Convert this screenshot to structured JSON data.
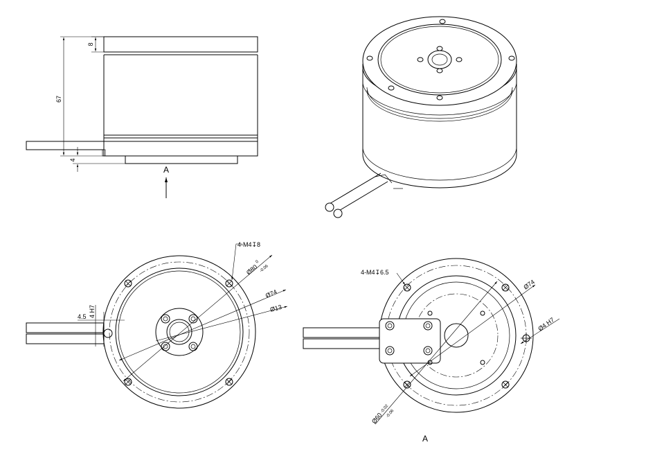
{
  "side_view": {
    "dim_height": "67",
    "dim_top_ring": "8",
    "dim_base": "4",
    "view_arrow_label": "A"
  },
  "top_view": {
    "thread_note": "4-M4↧8",
    "dia_80_base": "Ø80",
    "dia_80_upper": "0",
    "dia_80_lower": "-0.06",
    "dia_74": "Ø74",
    "dia_13": "Ø13",
    "dim_4h7": "4 H7",
    "dim_4_5": "4.5"
  },
  "bottom_view": {
    "thread_note": "4-M4↧6.5",
    "dia_74": "Ø74",
    "dia_4h7": "Ø4 H7",
    "dia_60_base": "Ø60",
    "dia_60_upper": "-0.02",
    "dia_60_lower": "-0.06",
    "view_label": "A"
  }
}
